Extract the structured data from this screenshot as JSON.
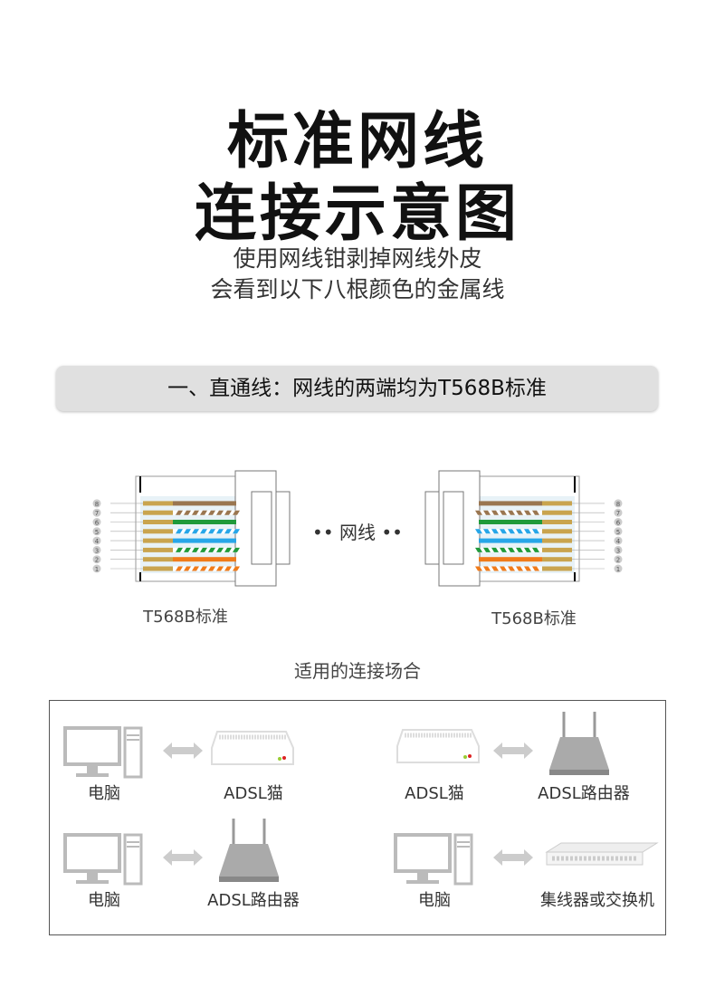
{
  "title": {
    "line1": "标准网线",
    "line2": "连接示意图"
  },
  "subtitle": {
    "line1": "使用网线钳剥掉网线外皮",
    "line2": "会看到以下八根颜色的金属线"
  },
  "section_banner": "一、直通线：网线的两端均为T568B标准",
  "connectors": {
    "left_label": "T568B标准",
    "right_label": "T568B标准",
    "middle_label": "网线",
    "pin_numbers": [
      "1",
      "2",
      "3",
      "4",
      "5",
      "6",
      "7",
      "8"
    ],
    "wires": [
      {
        "pin": 1,
        "color": "#f07b1a",
        "striped": true
      },
      {
        "pin": 2,
        "color": "#f07b1a",
        "striped": false
      },
      {
        "pin": 3,
        "color": "#1f9a3a",
        "striped": true
      },
      {
        "pin": 4,
        "color": "#27a6e8",
        "striped": false
      },
      {
        "pin": 5,
        "color": "#27a6e8",
        "striped": true
      },
      {
        "pin": 6,
        "color": "#1f9a3a",
        "striped": false
      },
      {
        "pin": 7,
        "color": "#9a7650",
        "striped": true
      },
      {
        "pin": 8,
        "color": "#9a7650",
        "striped": false
      }
    ]
  },
  "scenarios_title": "适用的连接场合",
  "scenarios": [
    {
      "left": "电脑",
      "right": "ADSL猫",
      "left_icon": "computer",
      "right_icon": "modem"
    },
    {
      "left": "ADSL猫",
      "right": "ADSL路由器",
      "left_icon": "modem",
      "right_icon": "router"
    },
    {
      "left": "电脑",
      "right": "ADSL路由器",
      "left_icon": "computer",
      "right_icon": "router"
    },
    {
      "left": "电脑",
      "right": "集线器或交换机",
      "left_icon": "computer",
      "right_icon": "switch"
    }
  ]
}
